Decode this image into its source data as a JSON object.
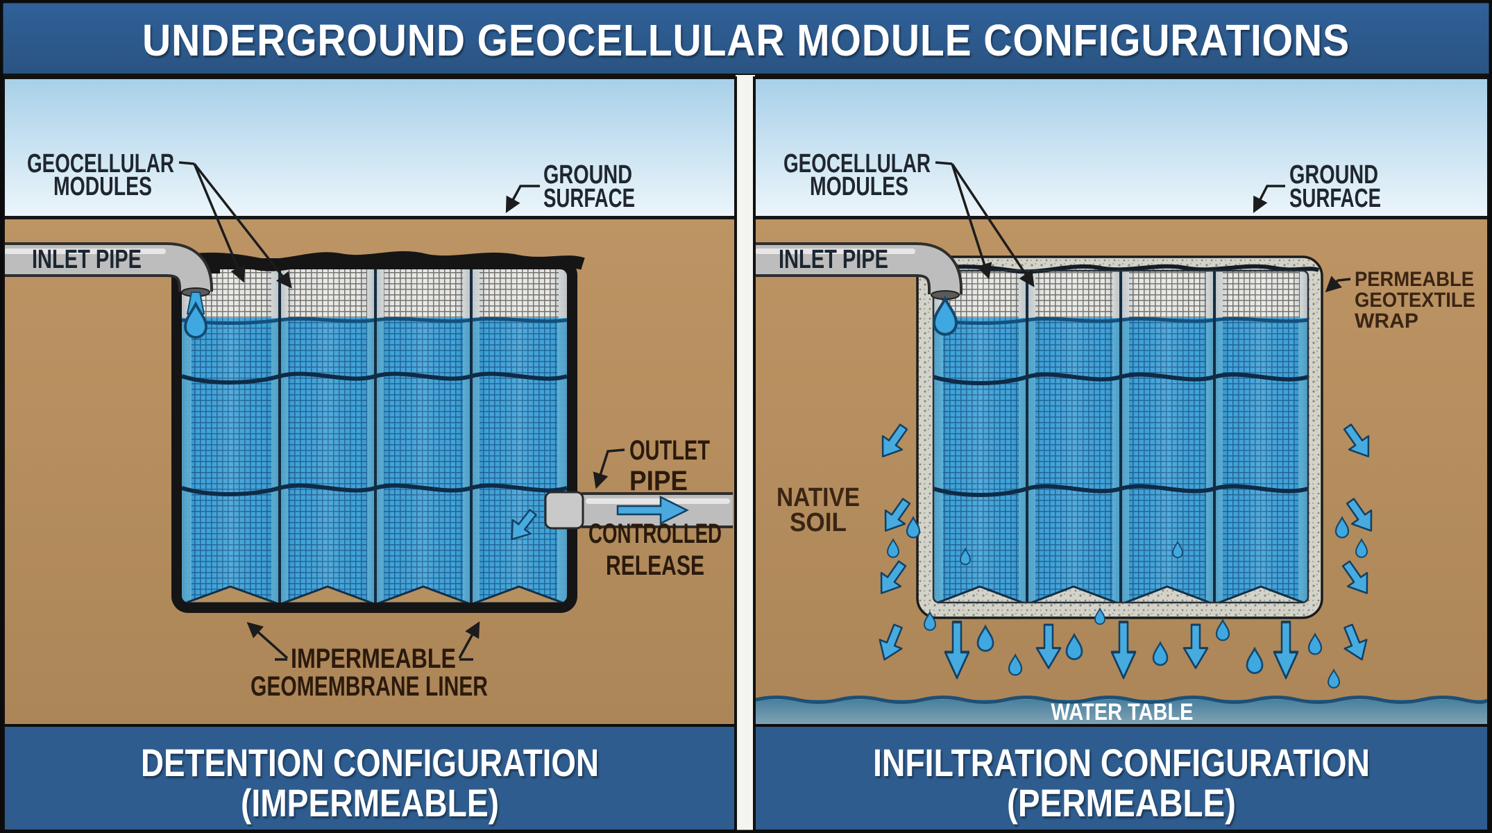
{
  "title": "UNDERGROUND GEOCELLULAR MODULE CONFIGURATIONS",
  "panels": {
    "left": {
      "caption_line1": "DETENTION CONFIGURATION",
      "caption_line2": "(IMPERMEABLE)",
      "labels": {
        "geocellular_line1": "GEOCELLULAR",
        "geocellular_line2": "MODULES",
        "ground_surface_line1": "GROUND",
        "ground_surface_line2": "SURFACE",
        "inlet_pipe": "INLET PIPE",
        "outlet_pipe_line1": "OUTLET",
        "outlet_pipe_line2": "PIPE",
        "controlled_release_line1": "CONTROLLED",
        "controlled_release_line2": "RELEASE",
        "liner_line1": "IMPERMEABLE",
        "liner_line2": "GEOMEMBRANE LINER"
      }
    },
    "right": {
      "caption_line1": "INFILTRATION CONFIGURATION",
      "caption_line2": "(PERMEABLE)",
      "labels": {
        "geocellular_line1": "GEOCELLULAR",
        "geocellular_line2": "MODULES",
        "ground_surface_line1": "GROUND",
        "ground_surface_line2": "SURFACE",
        "inlet_pipe": "INLET PIPE",
        "geotextile_line1": "PERMEABLE",
        "geotextile_line2": "GEOTEXTILE",
        "geotextile_line3": "WRAP",
        "native_soil_line1": "NATIVE",
        "native_soil_line2": "SOIL",
        "water_table": "WATER TABLE"
      }
    }
  },
  "colors": {
    "title_bar": "#2e5c8e",
    "footer": "#2e5c8e",
    "sky_top": "#a6cfe8",
    "sky_bottom": "#edf6fb",
    "soil": "#b7905f",
    "ground_line": "#161616",
    "liner_black": "#151515",
    "geotextile_gray": "#d3d3c9",
    "module_top_gray": "#e9e9e5",
    "water_blue": "#41a4da",
    "grid_line_blue": "#1a5c8c",
    "pipe_gray": "#bdbdbd",
    "arrow_blue": "#47abdf",
    "water_table_band": "#497f9e"
  }
}
